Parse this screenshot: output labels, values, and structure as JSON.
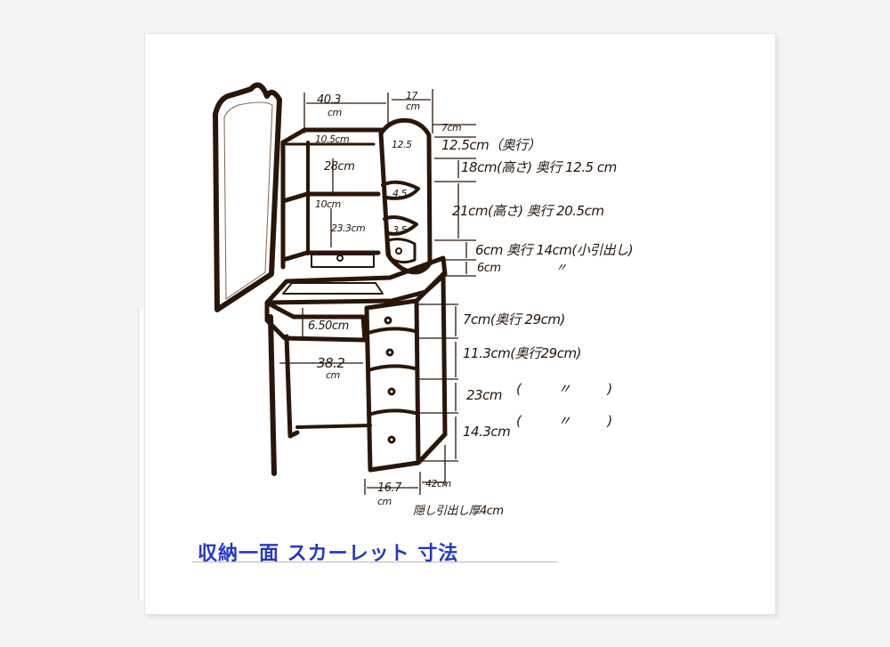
{
  "title": "収納一面 スカーレット 寸法",
  "dimensions": {
    "top_width": "40.3",
    "top_width_unit": "cm",
    "side_width": "17",
    "side_width_unit": "cm",
    "top_edge": "7cm",
    "shelf_depth": "10.5cm",
    "shelf1_height": "28cm",
    "shelf2_depth": "10cm",
    "shelf2_height": "23.3cm",
    "col_a": "12.5",
    "col_b": "4.5",
    "col_c": "3.5",
    "row1": "12.5cm（奥行）",
    "row2": "18cm(高さ) 奥行 12.5 cm",
    "row3": "21cm(高さ) 奥行 20.5cm",
    "row4": "6cm 奥行 14cm(小引出し)",
    "row5": "6cm",
    "row5_ditto": "〃",
    "desk_gap": "6.50cm",
    "desk_width": "38.2",
    "desk_width_unit": "cm",
    "drawer1": "7cm(奥行 29cm)",
    "drawer2": "11.3cm(奥行29cm)",
    "drawer3": "23cm",
    "drawer3_ditto": "( 〃 )",
    "drawer4": "14.3cm",
    "drawer4_ditto": "( 〃 )",
    "base_width": "16.7",
    "base_width_unit": "cm",
    "base_depth": "42cm",
    "hidden_drawer": "隠し引出し厚4cm"
  },
  "colors": {
    "ink": "#3a2410",
    "marker": "#2a1608",
    "caption": "#2337c9"
  }
}
